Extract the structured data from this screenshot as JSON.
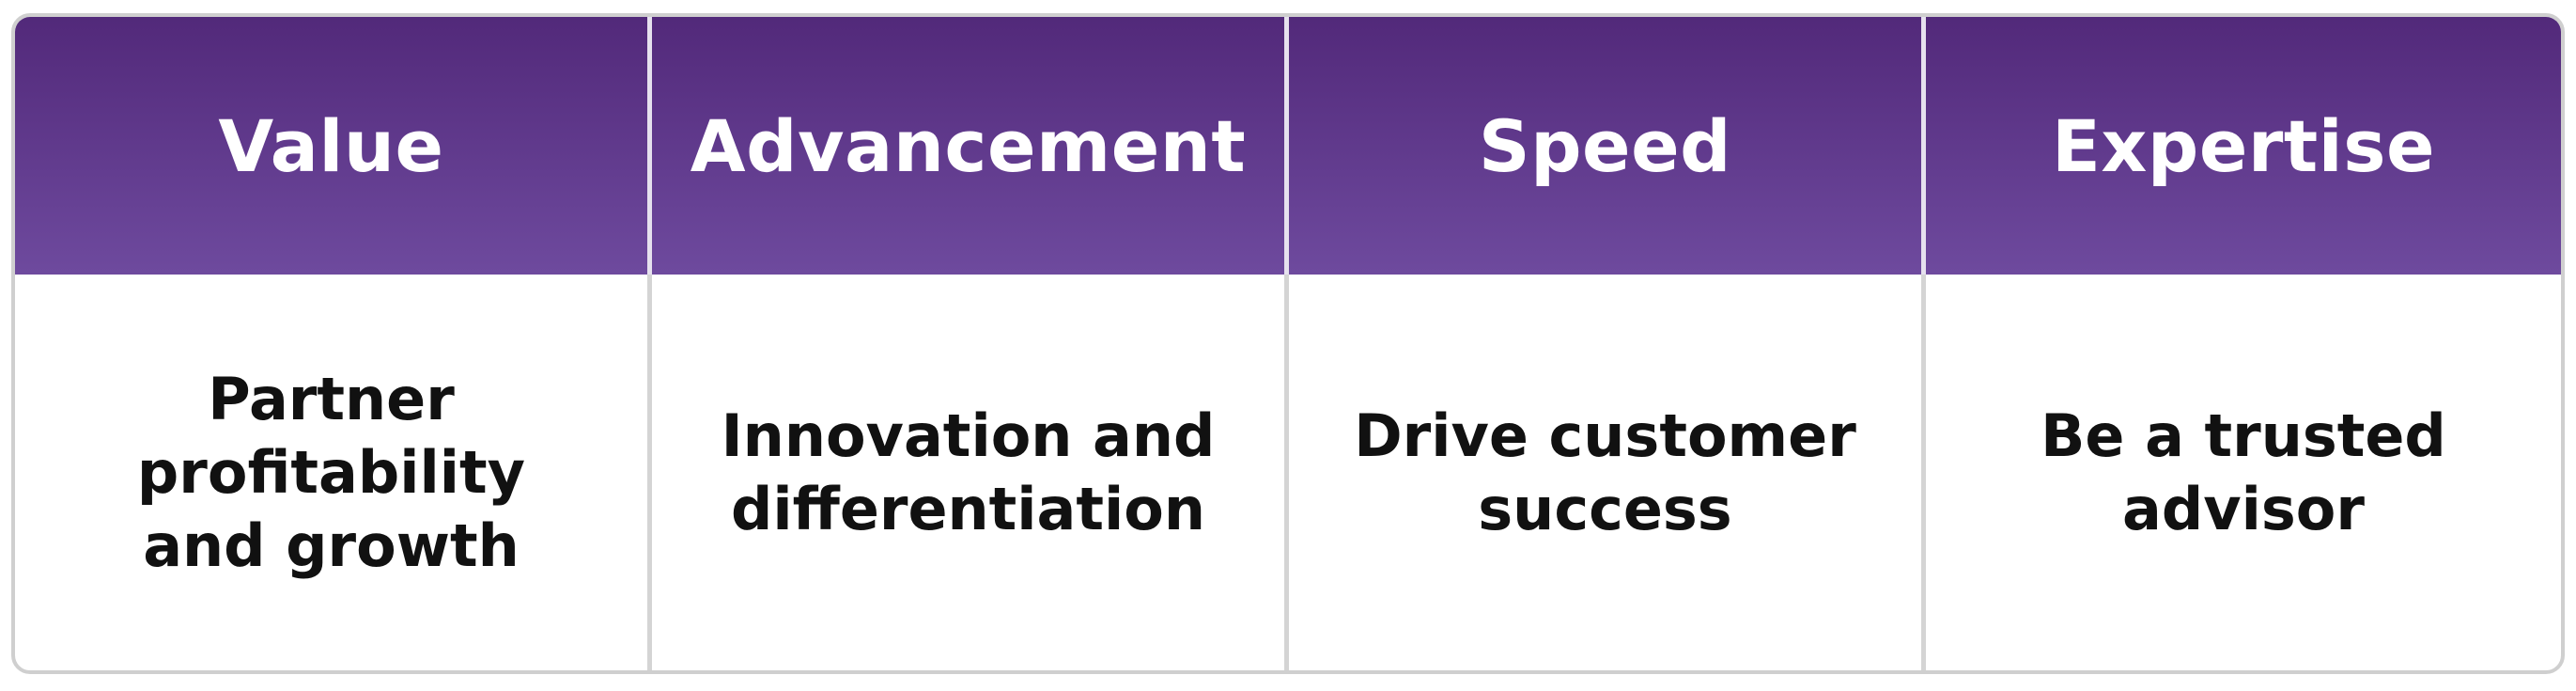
{
  "colors": {
    "header_top": "#52297a",
    "header_bottom": "#6e4a9e",
    "border": "#cfcfcf"
  },
  "columns": [
    {
      "header": "Value",
      "body_lines": [
        "Partner",
        "profitability",
        "and growth"
      ]
    },
    {
      "header": "Advancement",
      "body_lines": [
        "Innovation and",
        "differentiation"
      ]
    },
    {
      "header": "Speed",
      "body_lines": [
        "Drive customer",
        "success"
      ]
    },
    {
      "header": "Expertise",
      "body_lines": [
        "Be a trusted",
        "advisor"
      ]
    }
  ]
}
